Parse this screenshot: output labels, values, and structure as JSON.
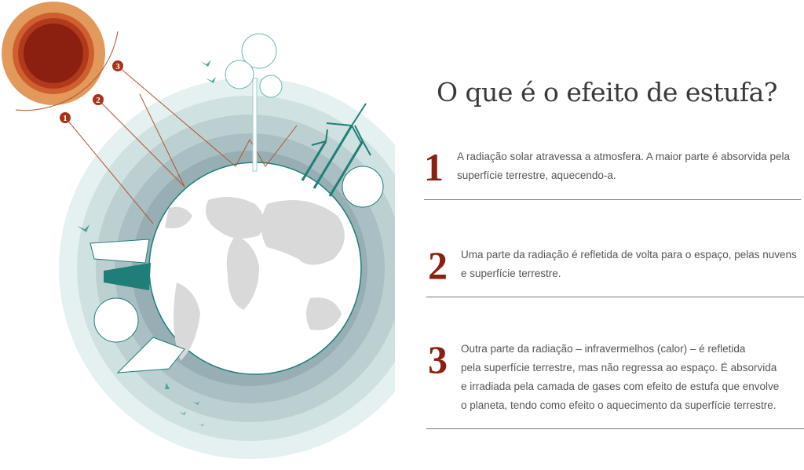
{
  "title": "O que é o efeito de estufa?",
  "steps": [
    {
      "number": "1",
      "lines": [
        "A radiação solar atravessa a atmosfera. A maior parte é absorvida pela",
        "superfície terrestre, aquecendo-a."
      ]
    },
    {
      "number": "2",
      "lines": [
        "Uma parte da radiação é refletida de volta para o espaço, pelas nuvens",
        "e superfície terrestre."
      ]
    },
    {
      "number": "3",
      "lines": [
        "Outra parte da radiação – infravermelhos (calor) – é refletida",
        "pela superfície terrestre, mas não regressa ao espaço. É absorvida",
        "e irradiada pela camada de gases com efeito de estufa que envolve",
        "o planeta, tendo como efeito o aquecimento da superfície terrestre."
      ]
    }
  ],
  "diagram_markers": [
    "1",
    "2",
    "3"
  ],
  "colors": {
    "accent": "#8b1f12",
    "ray": "#b5532c",
    "teal": "#1f7f78"
  }
}
